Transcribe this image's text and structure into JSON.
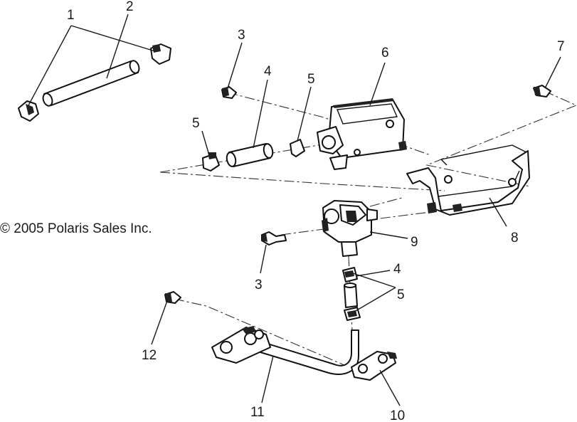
{
  "copyright": "© 2005 Polaris Sales Inc.",
  "callouts": [
    "1",
    "2",
    "3",
    "4",
    "5",
    "6",
    "7",
    "5",
    "9",
    "8",
    "3",
    "4",
    "5",
    "12",
    "11",
    "10"
  ]
}
